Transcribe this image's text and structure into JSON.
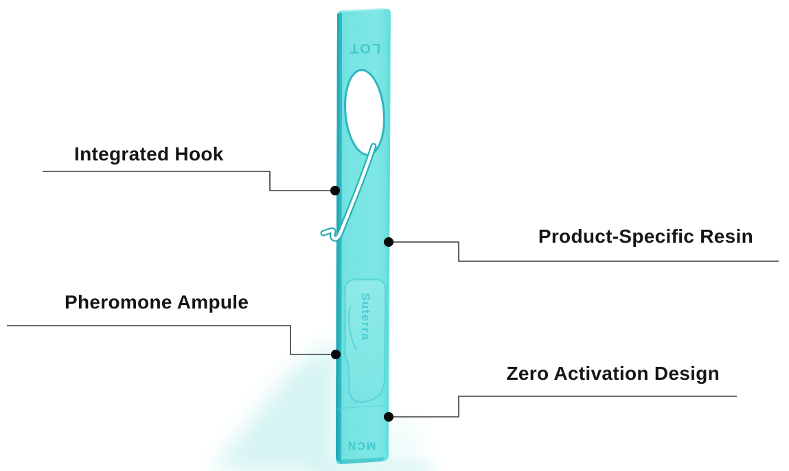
{
  "diagram": {
    "type": "annotated-product-diagram",
    "background": "#ffffff",
    "product_kind": "pheromone dispenser strip"
  },
  "callouts": {
    "items": [
      {
        "label": "Integrated Hook",
        "side": "left"
      },
      {
        "label": "Product-Specific Resin",
        "side": "right"
      },
      {
        "label": "Pheromone Ampule",
        "side": "left"
      },
      {
        "label": "Zero Activation Design",
        "side": "right"
      }
    ],
    "line_color": "#3a3a3a",
    "dot_color": "#0a0a0a",
    "text_color": "#161616"
  },
  "product": {
    "embossed_texts": {
      "top": "LOT",
      "ampule": "Suterra",
      "bottom": "MCN"
    },
    "colors": {
      "body": "#74e3e2",
      "body_highlight": "#8ceae8",
      "edge_dark": "#2eb7c0",
      "edge_darker": "#21a5b0",
      "emboss": "#3cc3c8",
      "blister": "#85e8e6",
      "hole_fill": "#ffffff",
      "slot_rim": "#27aeb8",
      "shadow": "#cdf2f0"
    }
  }
}
